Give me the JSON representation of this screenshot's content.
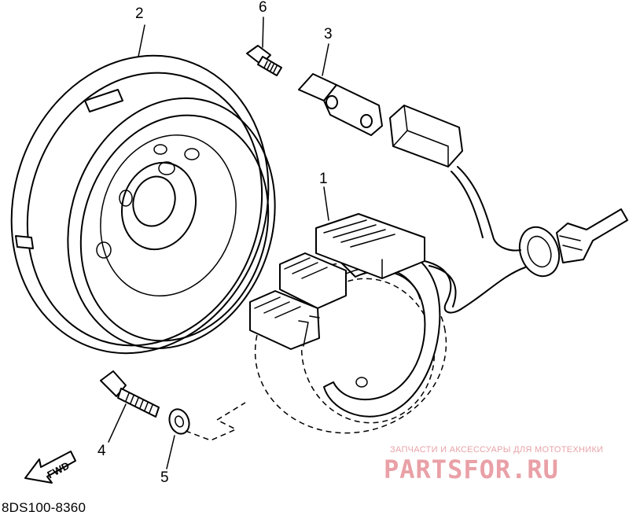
{
  "callouts": {
    "stator": "1",
    "rotor": "2",
    "wire_clamp": "3",
    "stator_bolt": "4",
    "washer": "5",
    "clamp_screw": "6"
  },
  "direction_label": "FWD",
  "reference_code": "8DS100-8360",
  "watermark": {
    "tagline": "ЗАПЧАСТИ И АКСЕССУАРЫ ДЛЯ МОТОТЕХНИКИ",
    "site": "PARTSFOR.RU",
    "color": "#e9a0a6"
  }
}
